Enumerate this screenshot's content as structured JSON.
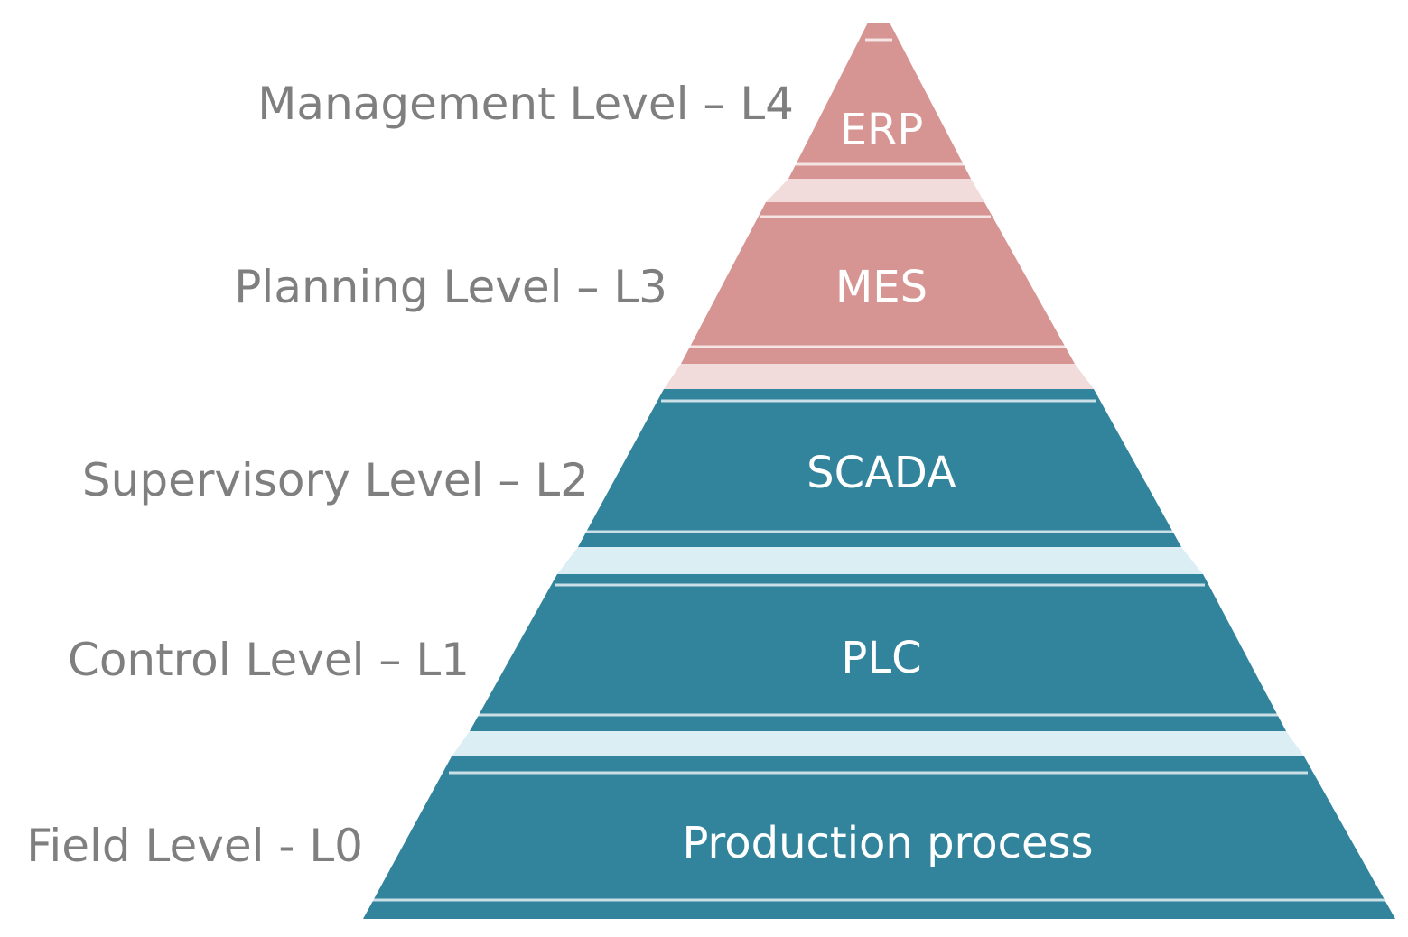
{
  "colors": {
    "upper_fill": "#d69592",
    "upper_connector": "#f2dcdb",
    "lower_fill": "#31849b",
    "lower_connector": "#dbeef3",
    "highlight_line": "#ffffff",
    "label_text": "#7f7f7f"
  },
  "levels": [
    {
      "label": "Management Level – L4",
      "system": "ERP"
    },
    {
      "label": "Planning Level – L3",
      "system": "MES"
    },
    {
      "label": "Supervisory Level – L2",
      "system": "SCADA"
    },
    {
      "label": "Control Level – L1",
      "system": "PLC"
    },
    {
      "label": "Field Level - L0",
      "system": "Production process"
    }
  ]
}
